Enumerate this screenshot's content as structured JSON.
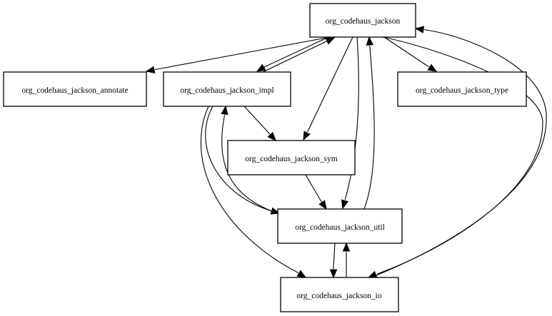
{
  "nodes": [
    {
      "id": "jackson",
      "label": "org_codehaus_jackson"
    },
    {
      "id": "annotate",
      "label": "org_codehaus_jackson_annotate"
    },
    {
      "id": "impl",
      "label": "org_codehaus_jackson_impl"
    },
    {
      "id": "type",
      "label": "org_codehaus_jackson_type"
    },
    {
      "id": "sym",
      "label": "org_codehaus_jackson_sym"
    },
    {
      "id": "util",
      "label": "org_codehaus_jackson_util"
    },
    {
      "id": "io",
      "label": "org_codehaus_jackson_io"
    }
  ],
  "edges": [
    {
      "from": "jackson",
      "to": "annotate"
    },
    {
      "from": "jackson",
      "to": "impl"
    },
    {
      "from": "jackson",
      "to": "type"
    },
    {
      "from": "jackson",
      "to": "sym"
    },
    {
      "from": "jackson",
      "to": "util"
    },
    {
      "from": "jackson",
      "to": "io"
    },
    {
      "from": "impl",
      "to": "jackson"
    },
    {
      "from": "impl",
      "to": "sym"
    },
    {
      "from": "impl",
      "to": "util"
    },
    {
      "from": "impl",
      "to": "io"
    },
    {
      "from": "sym",
      "to": "util"
    },
    {
      "from": "util",
      "to": "jackson"
    },
    {
      "from": "util",
      "to": "impl"
    },
    {
      "from": "util",
      "to": "io"
    },
    {
      "from": "io",
      "to": "jackson"
    },
    {
      "from": "io",
      "to": "util"
    }
  ]
}
